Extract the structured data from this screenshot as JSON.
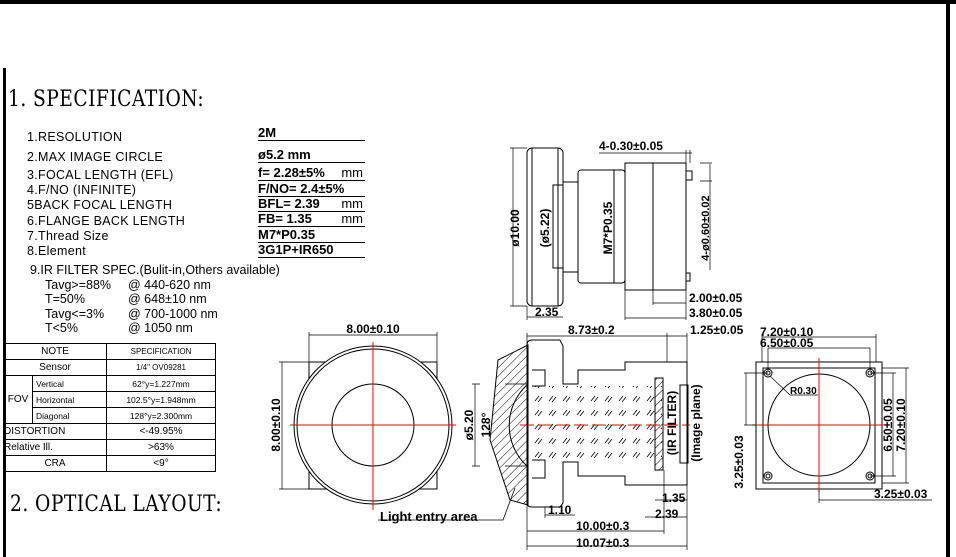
{
  "section1_title": "1. SPECIFICATION:",
  "section2_title": "2. OPTICAL LAYOUT:",
  "specs": [
    {
      "label": "1.RESOLUTION",
      "value": "2M",
      "unit": ""
    },
    {
      "label": "2.MAX IMAGE CIRCLE",
      "value": "ø5.2  mm",
      "unit": ""
    },
    {
      "label": "3.FOCAL LENGTH (EFL)",
      "value": "f= 2.28±5%",
      "unit": "mm"
    },
    {
      "label": "4.F/NO (INFINITE)",
      "value": "F/NO= 2.4±5%",
      "unit": ""
    },
    {
      "label": "5BACK FOCAL LENGTH",
      "value": "BFL= 2.39",
      "unit": "mm"
    },
    {
      "label": "6.FLANGE BACK LENGTH",
      "value": "FB= 1.35",
      "unit": "mm"
    },
    {
      "label": "7.Thread Size",
      "value": "M7*P0.35",
      "unit": ""
    },
    {
      "label": "8.Element",
      "value": "3G1P+IR650",
      "unit": ""
    }
  ],
  "ir_filter": {
    "title": "9.IR FILTER SPEC.(Bulit-in,Others available)",
    "rows": [
      {
        "cond": "Tavg>=88%",
        "range": "@ 440-620 nm"
      },
      {
        "cond": "T=50%",
        "range": "@ 648±10 nm"
      },
      {
        "cond": "Tavg<=3%",
        "range": "@ 700-1000 nm"
      },
      {
        "cond": "T<5%",
        "range": "@ 1050 nm"
      }
    ]
  },
  "note_table": {
    "header": [
      "NOTE",
      "SPECIFICATION"
    ],
    "sensor": {
      "label": "Sensor",
      "value": "1/4\"  OV09281"
    },
    "fov_label": "FOV",
    "fov": [
      {
        "label": "Vertical",
        "value": "62°y=1.227mm"
      },
      {
        "label": "Horizontal",
        "value": "102.5°y=1.948mm"
      },
      {
        "label": "Diagonal",
        "value": "128°y=2.300mm"
      }
    ],
    "distortion": {
      "label": "DISTORTION",
      "value": "<-49.95%"
    },
    "relative": {
      "label": "Relative Ill.",
      "value": ">63%"
    },
    "cra": {
      "label": "CRA",
      "value": "<9°"
    }
  },
  "side_view": {
    "dia_outer": "ø10.00",
    "dia_inner": "(ø5.22)",
    "thread": "M7*P0.35",
    "pin_width": "4-0.30±0.05",
    "pin_dia": "4-ø0.60±0.02",
    "dim_2": "2.00±0.05",
    "dim_3": "3.80±0.05",
    "dim_front": "2.35"
  },
  "front_view": {
    "width": "8.00±0.10",
    "height": "8.00±0.10",
    "aperture": "ø5.20"
  },
  "section_view": {
    "length": "8.73±0.2",
    "holder": "1.25±0.05",
    "angle": "128°",
    "light_entry": "Light entry area",
    "d110": "1.10",
    "fb": "1.35",
    "bfl": "2.39",
    "total1": "10.00±0.3",
    "total2": "10.07±0.3",
    "ir_filter": "(IR FILTER)",
    "image_plane": "(Image plane)"
  },
  "back_view": {
    "outer_w": "7.20±0.10",
    "inner_w": "6.50±0.05",
    "radius": "R0.30",
    "offset_v": "3.25±0.03",
    "inner_h": "6.50±0.05",
    "outer_h": "7.20±0.10",
    "offset_h": "3.25±0.03"
  },
  "colors": {
    "line": "#000000",
    "center_line": "#ff0000"
  }
}
